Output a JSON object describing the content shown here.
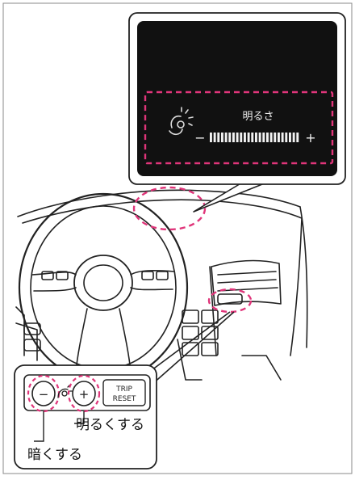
{
  "display": {
    "title": "明るさ",
    "minus": "−",
    "plus": "+",
    "level": 1.0,
    "bar_segments": 24
  },
  "switch_panel": {
    "minus_button": "−",
    "plus_button": "+",
    "trip_reset_line1": "TRIP",
    "trip_reset_line2": "RESET"
  },
  "labels": {
    "brighten": "明るくする",
    "darken": "暗くする"
  },
  "colors": {
    "highlight": "#e0357a",
    "screen": "#111111",
    "line": "#222222"
  }
}
